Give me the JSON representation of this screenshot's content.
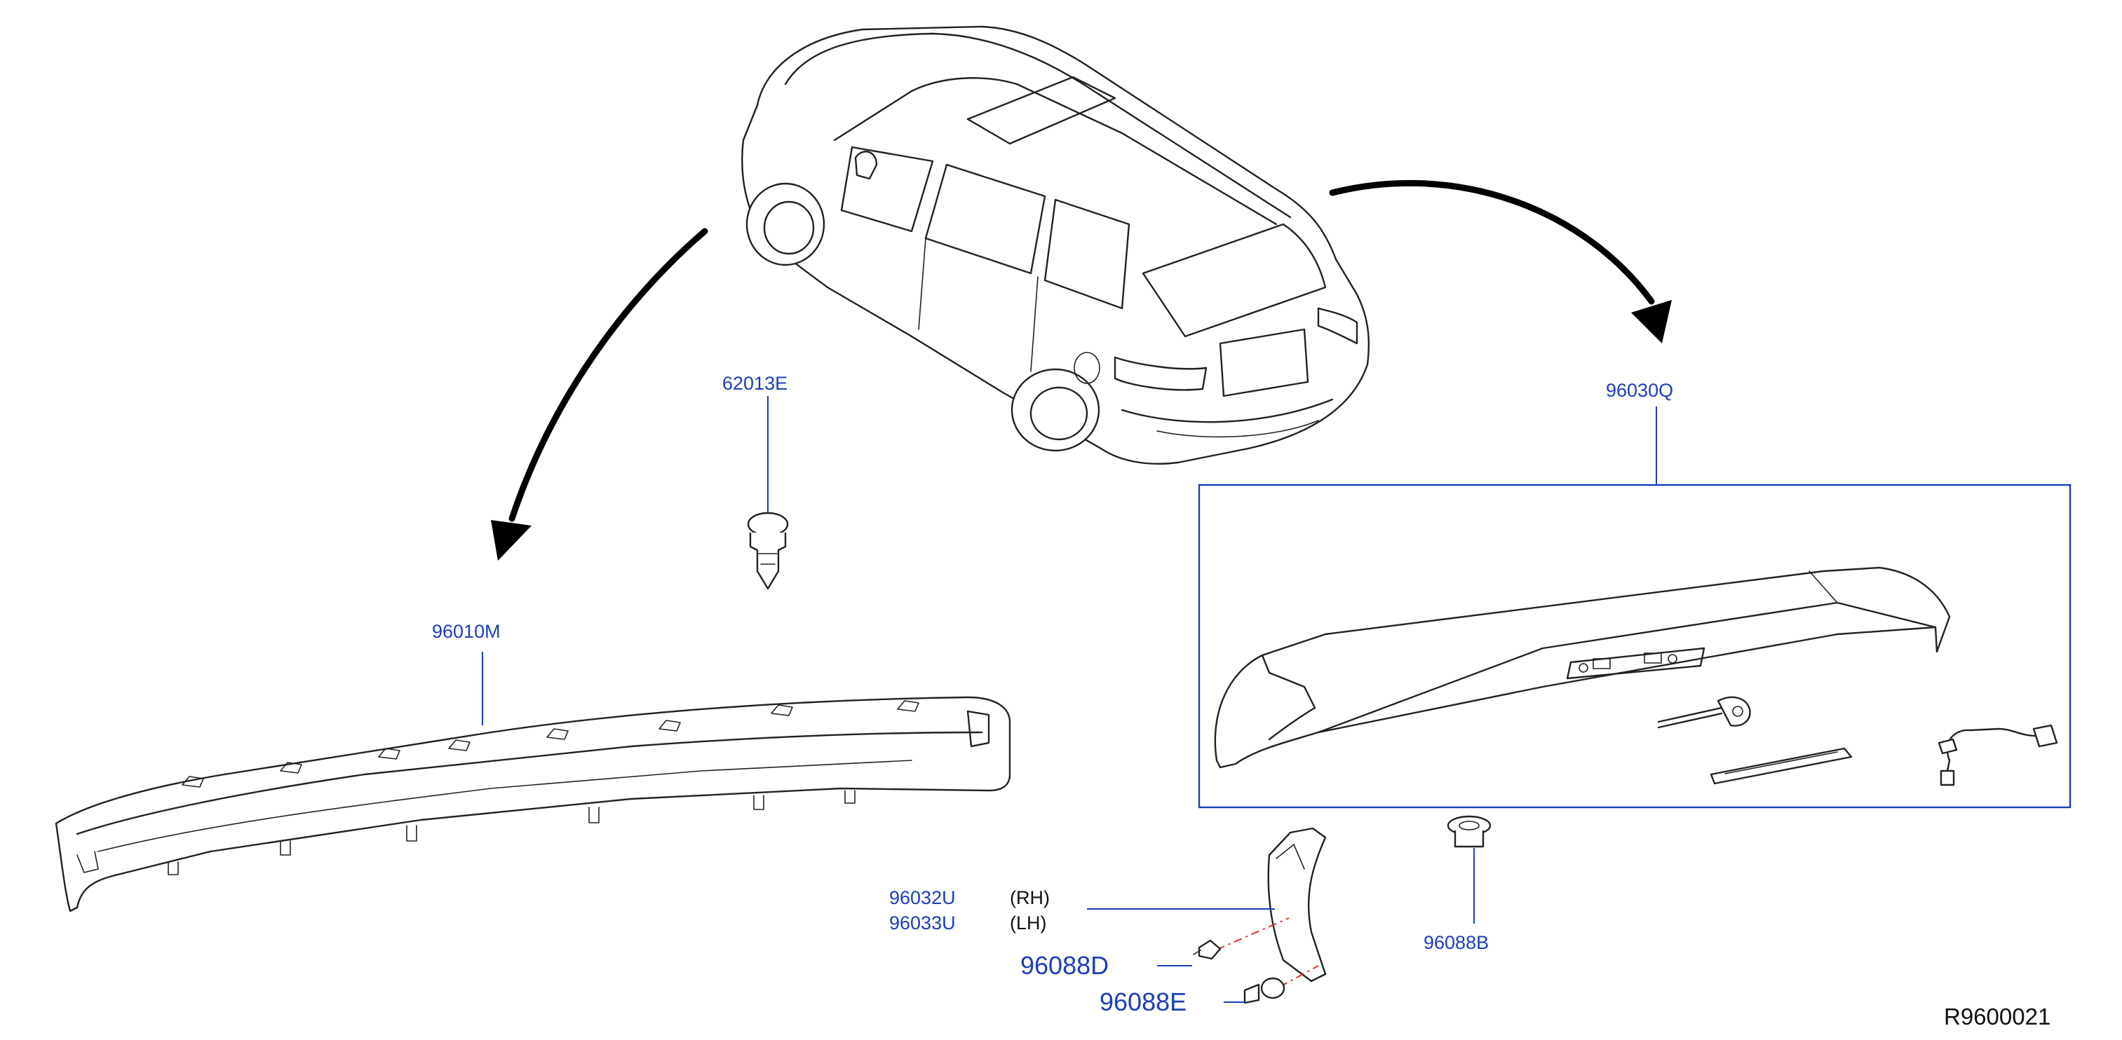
{
  "labels": {
    "clip": "62013E",
    "lower_panel": "96010M",
    "spoiler_assy": "96030Q",
    "mud_guard_rh": "96032U",
    "mud_guard_lh": "96033U",
    "side_rh": "(RH)",
    "side_lh": "(LH)",
    "screw": "96088D",
    "grommet": "96088E",
    "nut": "96088B"
  },
  "diagram_ref": "R9600021"
}
